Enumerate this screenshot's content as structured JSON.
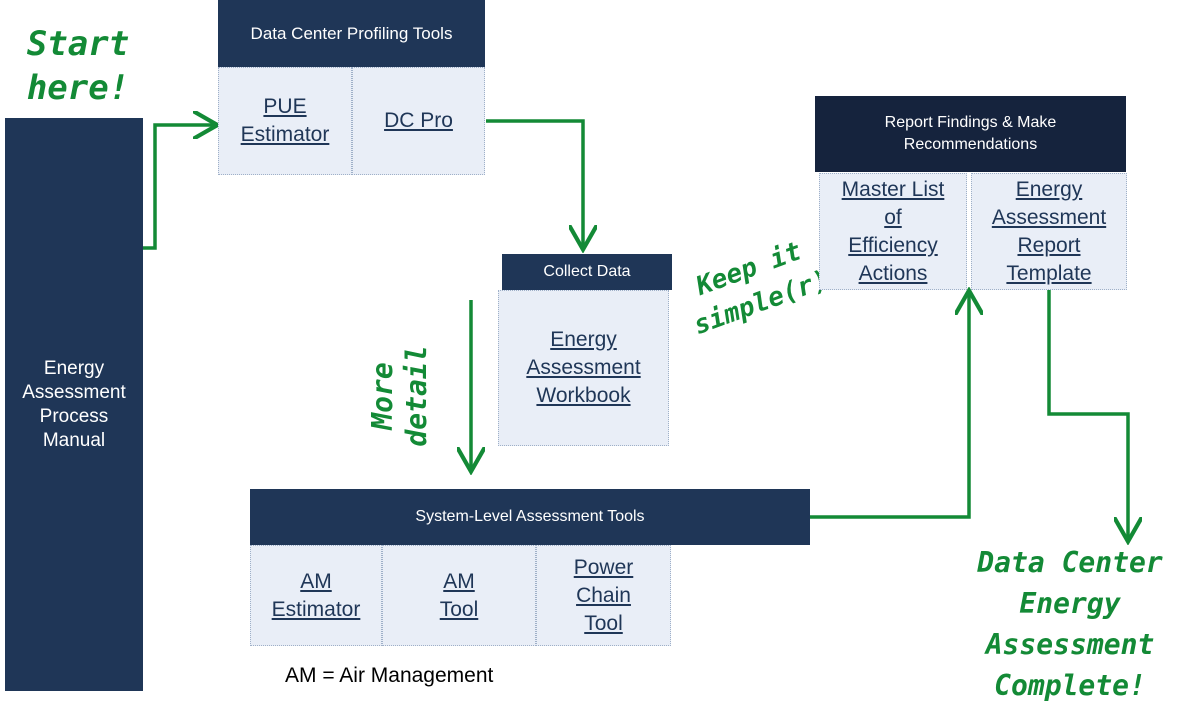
{
  "manual": {
    "label_lines": [
      "Energy",
      "Assessment",
      "Process",
      "Manual"
    ]
  },
  "profiling": {
    "header": "Data Center Profiling Tools",
    "tools": [
      "PUE Estimator",
      "DC Pro"
    ]
  },
  "collect": {
    "header": "Collect Data",
    "tool_lines": [
      "Energy",
      "Assessment",
      "Workbook"
    ]
  },
  "report": {
    "header_lines": [
      "Report Findings & Make",
      "Recommendations"
    ],
    "tool1_lines": [
      "Master List",
      "of",
      "Efficiency",
      "Actions"
    ],
    "tool2_lines": [
      "Energy",
      "Assessment",
      "Report",
      "Template"
    ]
  },
  "system": {
    "header": "System-Level Assessment Tools",
    "tool1_lines": [
      "AM",
      "Estimator"
    ],
    "tool2_lines": [
      "AM",
      "Tool"
    ],
    "tool3_lines": [
      "Power",
      "Chain",
      "Tool"
    ]
  },
  "legend": "AM = Air Management",
  "annotations": {
    "start_lines": [
      "Start",
      "here!"
    ],
    "more_detail_lines": [
      "More",
      "detail"
    ],
    "keep_simple_lines": [
      "Keep it",
      "simple(r)"
    ],
    "complete_lines": [
      "Data Center",
      "Energy",
      "Assessment",
      "Complete!"
    ]
  },
  "colors": {
    "navy": "#1f3657",
    "dark_navy": "#15233d",
    "cell_bg": "#e9eef7",
    "arrow_green": "#138a36"
  }
}
